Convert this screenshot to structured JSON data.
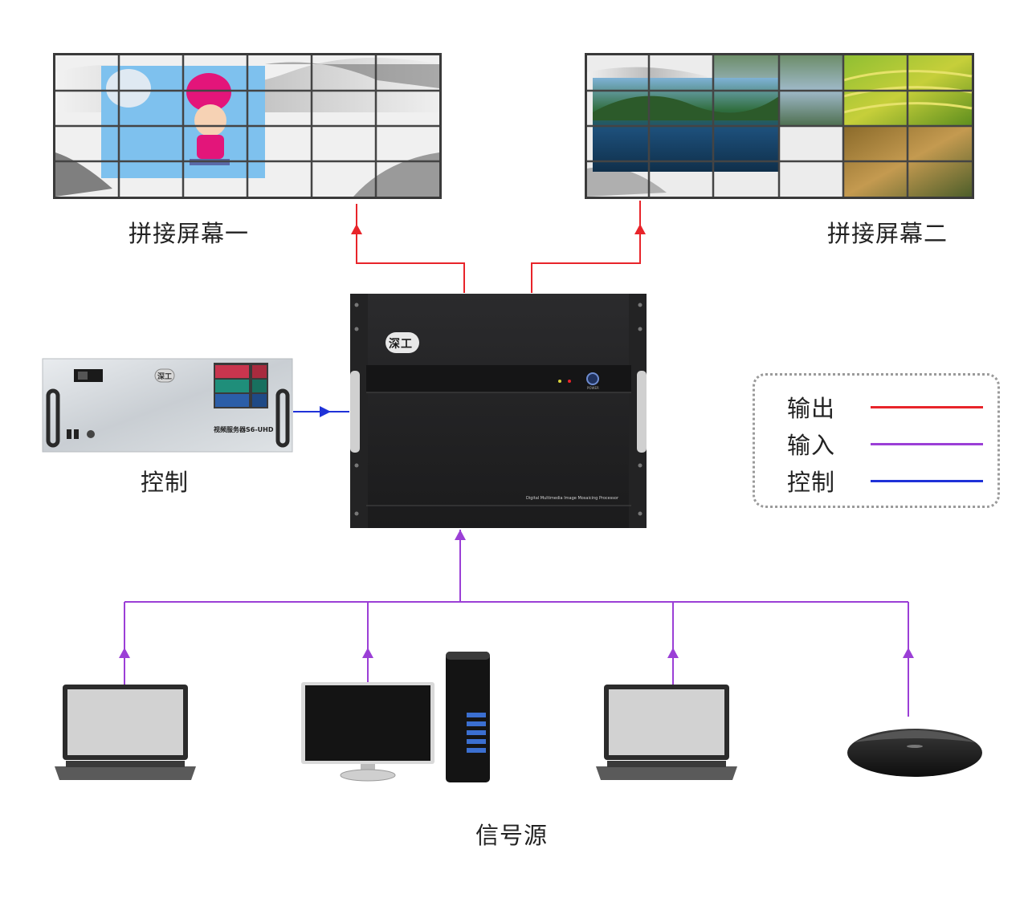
{
  "labels": {
    "screen_one": "拼接屏幕一",
    "screen_two": "拼接屏幕二",
    "control": "控制",
    "signal_source": "信号源"
  },
  "legend": {
    "items": [
      {
        "label": "输出",
        "color": "#e8242a"
      },
      {
        "label": "输入",
        "color": "#9b3fd6"
      },
      {
        "label": "控制",
        "color": "#1f32d8"
      }
    ]
  },
  "processor": {
    "logo": "深工",
    "caption": "Digital Multimedia Image Mosaicing Processor",
    "power_label": "POWER"
  },
  "server": {
    "logo": "深工",
    "model_label": "视频服务器S6-UHD"
  },
  "colors": {
    "output": "#e8242a",
    "input": "#9b3fd6",
    "control": "#1f32d8"
  }
}
